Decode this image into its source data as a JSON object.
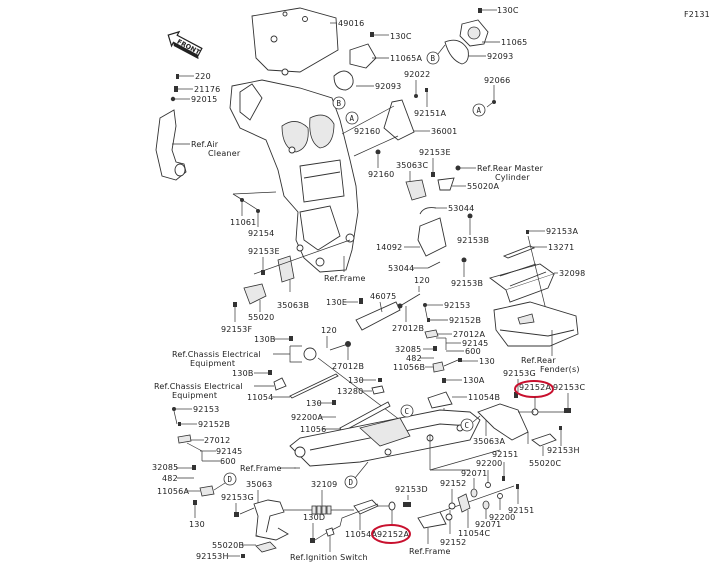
{
  "figure_code": "F2131",
  "front_arrow_label": "FRONT",
  "highlight_color": "#c8102e",
  "reference_markers": [
    "A",
    "B",
    "C",
    "D"
  ],
  "labels": {
    "p49016": "49016",
    "p130C_a": "130C",
    "p130C_b": "130C",
    "p11065": "11065",
    "p11065A": "11065A",
    "p92093_a": "92093",
    "p92093_b": "92093",
    "p92066": "92066",
    "p220": "220",
    "p21176": "21176",
    "p92015": "92015",
    "ref_air_cleaner_1": "Ref.Air",
    "ref_air_cleaner_2": "Cleaner",
    "p92022": "92022",
    "p92151A": "92151A",
    "p36001": "36001",
    "p92160_a": "92160",
    "p92160_b": "92160",
    "p92153E_a": "92153E",
    "p35063C": "35063C",
    "ref_rear_master_1": "Ref.Rear Master",
    "ref_rear_master_2": "Cylinder",
    "p55020A": "55020A",
    "p53044_a": "53044",
    "p92153B_a": "92153B",
    "p14092": "14092",
    "p53044_b": "53044",
    "p92153B_b": "92153B",
    "p11061": "11061",
    "p92154": "92154",
    "p92153E_b": "92153E",
    "ref_frame_a": "Ref.Frame",
    "p35063B": "35063B",
    "p55020": "55020",
    "p92153F": "92153F",
    "p92153A": "92153A",
    "p13271": "13271",
    "p32098": "32098",
    "ref_rear_fender_1": "Ref.Rear",
    "ref_rear_fender_2": "Fender(s)",
    "p130E": "130E",
    "p46075": "46075",
    "p120_a": "120",
    "p120_b": "120",
    "p27012B_a": "27012B",
    "p27012B_b": "27012B",
    "p92153_a": "92153",
    "p92152B_a": "92152B",
    "p27012A": "27012A",
    "p92145_a": "92145",
    "p600_a": "600",
    "p32085_a": "32085",
    "p482_a": "482",
    "p11056B": "11056B",
    "p130_a": "130",
    "p130B_a": "130B",
    "ref_chassis_1a": "Ref.Chassis Electrical",
    "ref_chassis_1b": "Equipment",
    "p130B_b": "130B",
    "ref_chassis_2a": "Ref.Chassis Electrical",
    "ref_chassis_2b": "Equipment",
    "p11054": "11054",
    "p130_b": "130",
    "p13280": "13280",
    "p130A": "130A",
    "p11054B": "11054B",
    "p130_c": "130",
    "p92200A": "92200A",
    "p11056": "11056",
    "p92153G_a": "92153G",
    "p92152A_a": "92152A",
    "p92153C": "92153C",
    "p35063A": "35063A",
    "p92153H_a": "92153H",
    "p55020C": "55020C",
    "p92153_b": "92153",
    "p92152B_b": "92152B",
    "p27012": "27012",
    "p92145_b": "92145",
    "p600_b": "600",
    "p32085_b": "32085",
    "p482_b": "482",
    "p11056A": "11056A",
    "p130_d": "130",
    "ref_frame_b": "Ref.Frame",
    "p35063": "35063",
    "p92153G_b": "92153G",
    "p32109": "32109",
    "p92153D": "92153D",
    "p130D": "130D",
    "p11054A": "11054A",
    "p92152A_b": "92152A",
    "p55020B": "55020B",
    "p92153H_b": "92153H",
    "ref_ignition": "Ref.Ignition Switch",
    "ref_frame_c": "Ref.Frame",
    "p92151_a": "92151",
    "p92200_a": "92200",
    "p92071_a": "92071",
    "p92152_a": "92152",
    "p92151_b": "92151",
    "p92200_b": "92200",
    "p92071_b": "92071",
    "p11054C": "11054C",
    "p92152_b": "92152"
  }
}
